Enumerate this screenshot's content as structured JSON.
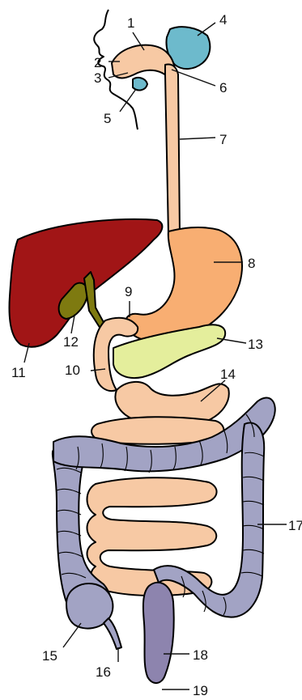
{
  "diagram": {
    "labels": [
      "1",
      "2",
      "3",
      "4",
      "5",
      "6",
      "7",
      "8",
      "9",
      "10",
      "11",
      "12",
      "13",
      "14",
      "15",
      "16",
      "17",
      "18",
      "19"
    ]
  },
  "colors": {
    "tract": "#F7C9A4",
    "stomach": "#F8AE72",
    "liver": "#A11516",
    "gallbladder": "#7E7A10",
    "pancreas": "#E4EE9C",
    "large_intestine": "#A2A3C4",
    "rectum": "#8D84AE",
    "salivary_gland": "#6DBACC",
    "outline": "#000000"
  }
}
